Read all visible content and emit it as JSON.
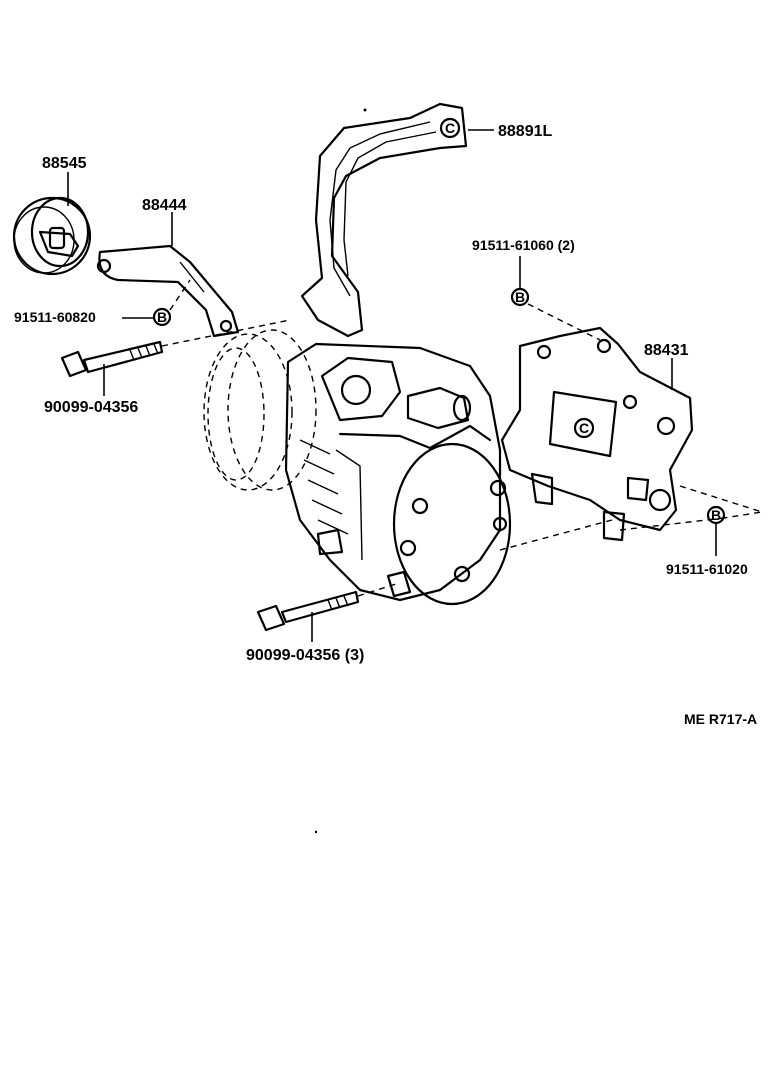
{
  "labels": {
    "p88545": "88545",
    "p88444": "88444",
    "p88891L": "88891L",
    "p9151160820": "91511-60820",
    "p9009904356a": "90099-04356",
    "p9151161060": "91511-61060 (2)",
    "p88431": "88431",
    "p9151161020": "91511-61020",
    "p9009904356b": "90099-04356 (3)",
    "ref": "ME R717-A"
  },
  "markers": {
    "b_symbol": "B",
    "c_symbol": "C"
  }
}
